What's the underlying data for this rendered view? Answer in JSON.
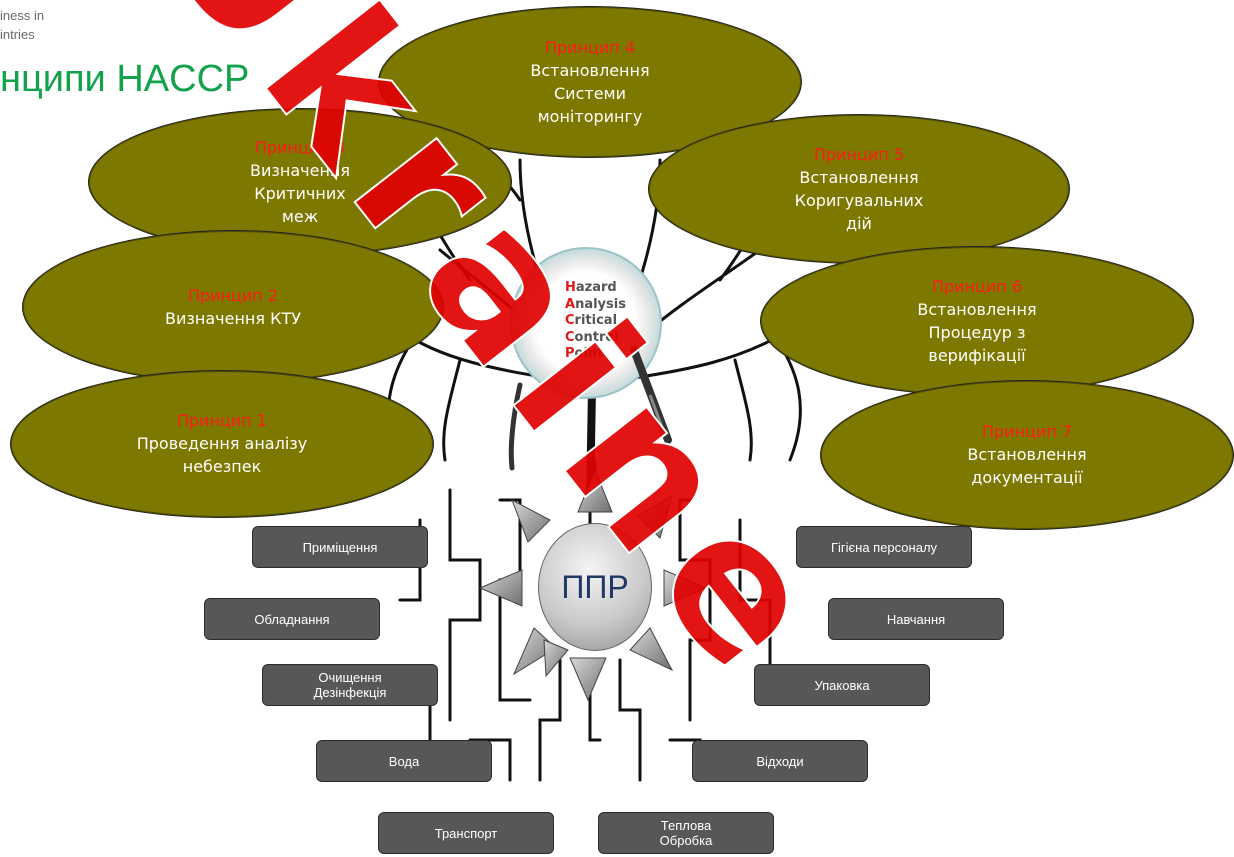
{
  "header": {
    "line1": "iness in",
    "line2": "intries",
    "title": "нципи HACCP"
  },
  "haccp_acronym": [
    {
      "cap": "H",
      "rest": "azard"
    },
    {
      "cap": "A",
      "rest": "nalysis"
    },
    {
      "cap": "C",
      "rest": "ritical"
    },
    {
      "cap": "C",
      "rest": "ontrol"
    },
    {
      "cap": "P",
      "rest": "oint"
    }
  ],
  "principles": {
    "p1": {
      "label": "Принцип 1",
      "desc": [
        "Проведення аналізу",
        "небезпек"
      ]
    },
    "p2": {
      "label": "Принцип 2",
      "desc": [
        "Визначення КТУ"
      ]
    },
    "p3": {
      "label": "Принцип 3",
      "desc": [
        "Визначення",
        "Критичних",
        "меж"
      ]
    },
    "p4": {
      "label": "Принцип 4",
      "desc": [
        "Встановлення",
        "Системи",
        "моніторингу"
      ]
    },
    "p5": {
      "label": "Принцип 5",
      "desc": [
        "Встановлення",
        "Коригувальних",
        "дій"
      ]
    },
    "p6": {
      "label": "Принцип 6",
      "desc": [
        "Встановлення",
        "Процедур з",
        "верифікації"
      ]
    },
    "p7": {
      "label": "Принцип 7",
      "desc": [
        "Встановлення",
        "документації"
      ]
    }
  },
  "hub_label": "ППР",
  "prp_items": {
    "premises": [
      "Приміщення"
    ],
    "equipment": [
      "Обладнання"
    ],
    "cleaning": [
      "Очищення",
      "Дезінфекція"
    ],
    "water": [
      "Вода"
    ],
    "transport": [
      "Транспорт"
    ],
    "heat": [
      "Теплова",
      "Обробка"
    ],
    "hygiene": [
      "Гігієна персоналу"
    ],
    "training": [
      "Навчання"
    ],
    "packaging": [
      "Упаковка"
    ],
    "waste": [
      "Відходи"
    ]
  },
  "watermark_text": "Ukraine",
  "colors": {
    "principle_fill": "#7c7800",
    "principle_label": "#ff1a1a",
    "prp_box": "#575757",
    "title_green": "#12a24b",
    "watermark": "#e00000"
  }
}
